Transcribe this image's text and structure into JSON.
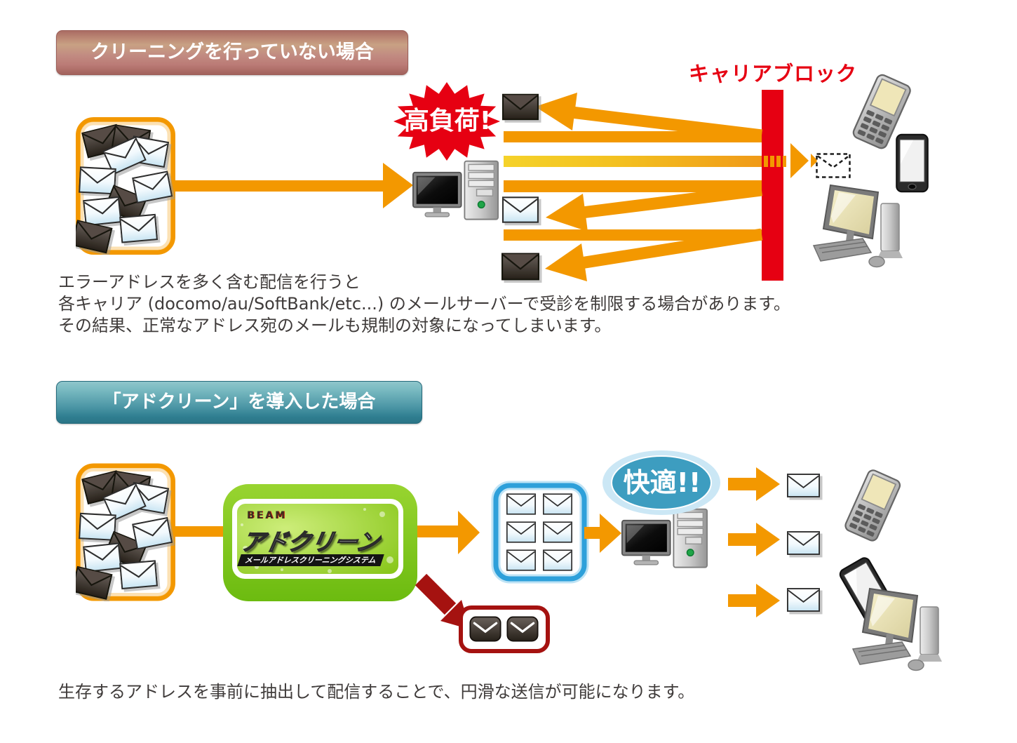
{
  "colors": {
    "arrow_orange": "#f39800",
    "alert_red": "#e60012",
    "pass_through_gold": "#f4cf25",
    "adclean_green": "#82c41e",
    "clean_list_blue": "#2ea0da",
    "comfort_teal": "#3d9dc0",
    "reject_dark_red": "#a51210",
    "banner_uncleaned_rose": "#bb7b76",
    "banner_adclean_teal": "#3c8a9b",
    "body_text": "#3f3b3a"
  },
  "uncleaned_case": {
    "banner_label": "クリーニングを行っていない場合",
    "carrier_block_label": "キャリアブロック",
    "high_load_label": "高負荷!",
    "description_lines": [
      "エラーアドレスを多く含む配信を行うと",
      "各キャリア (docomo/au/SoftBank/etc...) のメールサーバーで受診を制限する場合があります。",
      "その結果、正常なアドレス宛のメールも規制の対象になってしまいます。"
    ]
  },
  "adclean_case": {
    "banner_label": "「アドクリーン」を導入した場合",
    "comfort_label": "快適!!",
    "product": {
      "brand": "BEAM",
      "name": "アドクリーン",
      "tagline": "メールアドレスクリーニングシステム"
    },
    "description": "生存するアドレスを事前に抽出して配信することで、円滑な送信が可能になります。"
  }
}
